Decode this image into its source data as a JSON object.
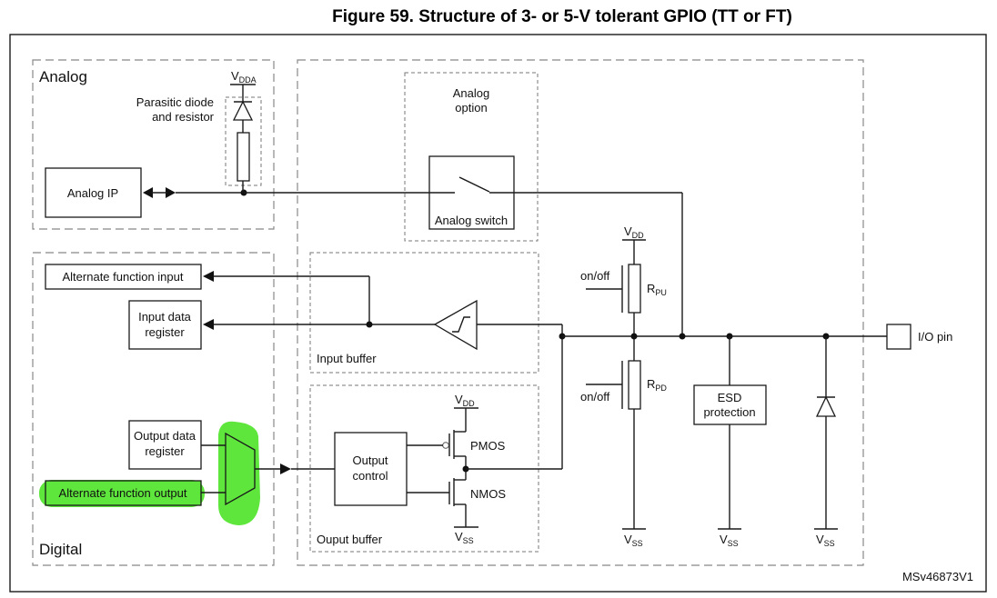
{
  "figure": {
    "title": "Figure 59. Structure of 3- or 5-V tolerant GPIO (TT or FT)",
    "reference_id": "MSv46873V1"
  },
  "regions": {
    "analog": "Analog",
    "digital": "Digital"
  },
  "analog_section": {
    "analog_ip": "Analog IP",
    "parasitic_label_line1": "Parasitic diode",
    "parasitic_label_line2": "and resistor",
    "vdda_main": "V",
    "vdda_sub": "DDA"
  },
  "analog_option": {
    "label_line1": "Analog",
    "label_line2": "option",
    "switch_label": "Analog switch"
  },
  "digital_section": {
    "alt_func_input": "Alternate function input",
    "input_data_line1": "Input data",
    "input_data_line2": "register",
    "output_data_line1": "Output data",
    "output_data_line2": "register",
    "alt_func_output": "Alternate function output",
    "highlight_color": "#5ee63c"
  },
  "input_buffer": {
    "label": "Input buffer"
  },
  "output_buffer": {
    "label": "Ouput buffer",
    "control_line1": "Output",
    "control_line2": "control",
    "pmos": "PMOS",
    "nmos": "NMOS",
    "vdd_main": "V",
    "vdd_sub": "DD",
    "vss_main": "V",
    "vss_sub": "SS"
  },
  "pull_resistors": {
    "vdd_main": "V",
    "vdd_sub": "DD",
    "pu_onoff": "on/off",
    "pu_main": "R",
    "pu_sub": "PU",
    "pd_onoff": "on/off",
    "pd_main": "R",
    "pd_sub": "PD",
    "vss_main": "V",
    "vss_sub": "SS"
  },
  "esd": {
    "line1": "ESD",
    "line2": "protection",
    "vss_main": "V",
    "vss_sub": "SS"
  },
  "diode_branch": {
    "vss_main": "V",
    "vss_sub": "SS"
  },
  "io_pin": {
    "label": "I/O pin"
  }
}
